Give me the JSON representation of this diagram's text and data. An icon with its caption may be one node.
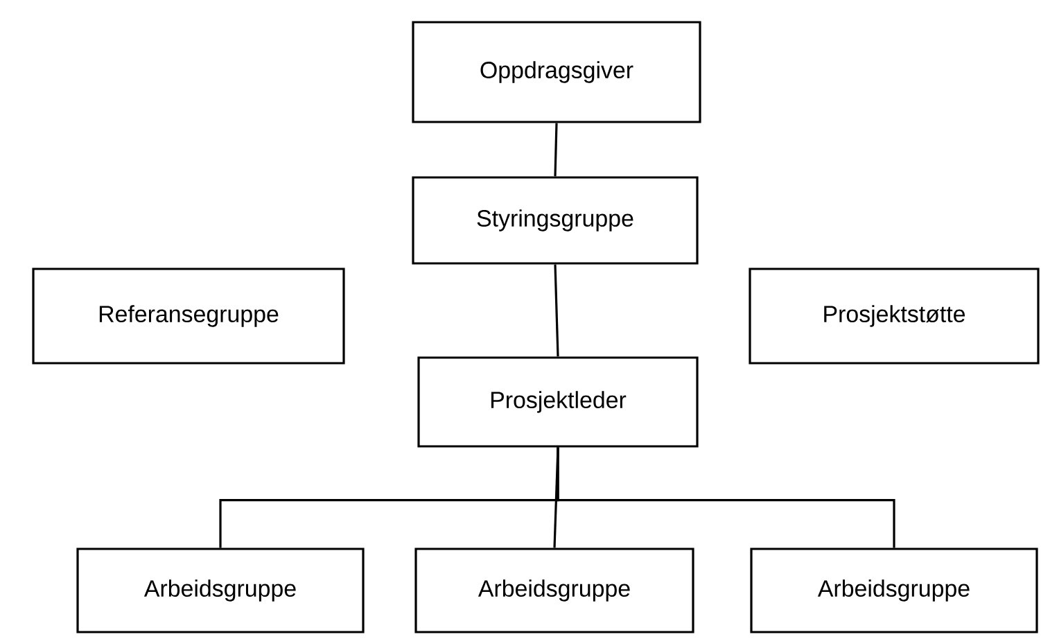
{
  "diagram": {
    "nodes": [
      {
        "text": [
          "Oppdragsgiver"
        ]
      },
      {
        "text": [
          "Styringsgruppe"
        ]
      },
      {
        "text": [
          "Referansegruppe"
        ]
      },
      {
        "text": [
          "Prosjektstøtte"
        ]
      },
      {
        "text": [
          "Prosjektleder"
        ]
      },
      {
        "text": [
          "Arbeidsgruppe"
        ]
      },
      {
        "text": [
          "Arbeidsgruppe"
        ]
      },
      {
        "text": [
          "Arbeidsgruppe"
        ]
      }
    ],
    "edges": [
      {
        "from": 0,
        "to": 1,
        "arrow": "none"
      },
      {
        "from": 1,
        "to": 4,
        "arrow": "none"
      },
      {
        "from": 4,
        "to": 5,
        "arrow": "none"
      },
      {
        "from": 4,
        "to": 6,
        "arrow": "none"
      },
      {
        "from": 4,
        "to": 7,
        "arrow": "none"
      }
    ]
  }
}
